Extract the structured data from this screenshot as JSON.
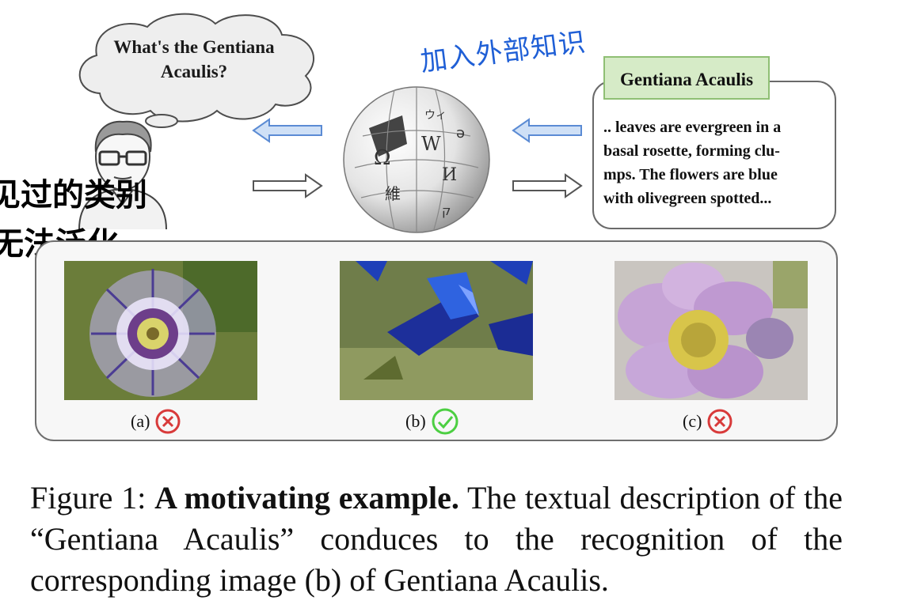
{
  "thought": {
    "line1": "What's the  Gentiana",
    "line2": "Acaulis?"
  },
  "handwritten": {
    "blue_note": "加入外部知识",
    "left_line1": "见过的类别",
    "left_line2": "无法泛化"
  },
  "knowledge_card": {
    "title": "Gentiana Acaulis",
    "text": ".. leaves are evergreen in a\nbasal rosette, forming clu-\nmps. The flowers are blue\nwith olivegreen spotted..."
  },
  "candidates": [
    {
      "label": "(a)",
      "correct": false,
      "mark_icon": "x-circle-icon"
    },
    {
      "label": "(b)",
      "correct": true,
      "mark_icon": "check-circle-icon"
    },
    {
      "label": "(c)",
      "correct": false,
      "mark_icon": "x-circle-icon"
    }
  ],
  "caption": {
    "prefix": "Figure 1: ",
    "bold": "A motivating example.",
    "rest": " The textual description of the “Gentiana Acaulis” conduces to the recognition of the corresponding image (b) of Gentiana Acaulis."
  },
  "colors": {
    "arrow_fill": "#cfe0f6",
    "arrow_stroke": "#5b8bd4",
    "check_green": "#4ccf42",
    "cross_red": "#d83a3a",
    "card_title_bg": "#d6ebc7"
  }
}
